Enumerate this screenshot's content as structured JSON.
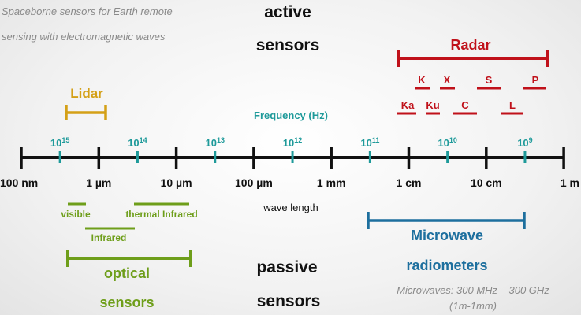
{
  "caption": [
    "Spaceborne sensors for Earth remote",
    "sensing with electromagnetic waves"
  ],
  "active_label": [
    "active",
    "sensors"
  ],
  "passive_label": [
    "passive",
    "sensors"
  ],
  "frequency_title": "Frequency (Hz)",
  "frequency_ticks": [
    {
      "base": "10",
      "exp": "15"
    },
    {
      "base": "10",
      "exp": "14"
    },
    {
      "base": "10",
      "exp": "13"
    },
    {
      "base": "10",
      "exp": "12"
    },
    {
      "base": "10",
      "exp": "11"
    },
    {
      "base": "10",
      "exp": "10"
    },
    {
      "base": "10",
      "exp": "9"
    }
  ],
  "wavelength_title": "wave length",
  "wavelength_ticks": [
    "100 nm",
    "1 µm",
    "10 µm",
    "100 µm",
    "1 mm",
    "1 cm",
    "10 cm",
    "1 m"
  ],
  "radar": {
    "label": "Radar",
    "bands": [
      "K",
      "X",
      "S",
      "P",
      "Ka",
      "Ku",
      "C",
      "L"
    ]
  },
  "lidar": {
    "label": "Lidar"
  },
  "optical": {
    "label": [
      "optical",
      "sensors"
    ],
    "sub": [
      "visible",
      "thermal Infrared",
      "Infrared"
    ]
  },
  "microwave": {
    "label": [
      "Microwave",
      "radiometers"
    ],
    "note": [
      "Microwaves: 300 MHz – 300 GHz",
      "(1m-1mm)"
    ]
  },
  "colors": {
    "radar": "#c0111a",
    "lidar": "#d4a017",
    "optical": "#6e9e1a",
    "microwave": "#1d6f9e",
    "frequency": "#1e9a9a"
  }
}
